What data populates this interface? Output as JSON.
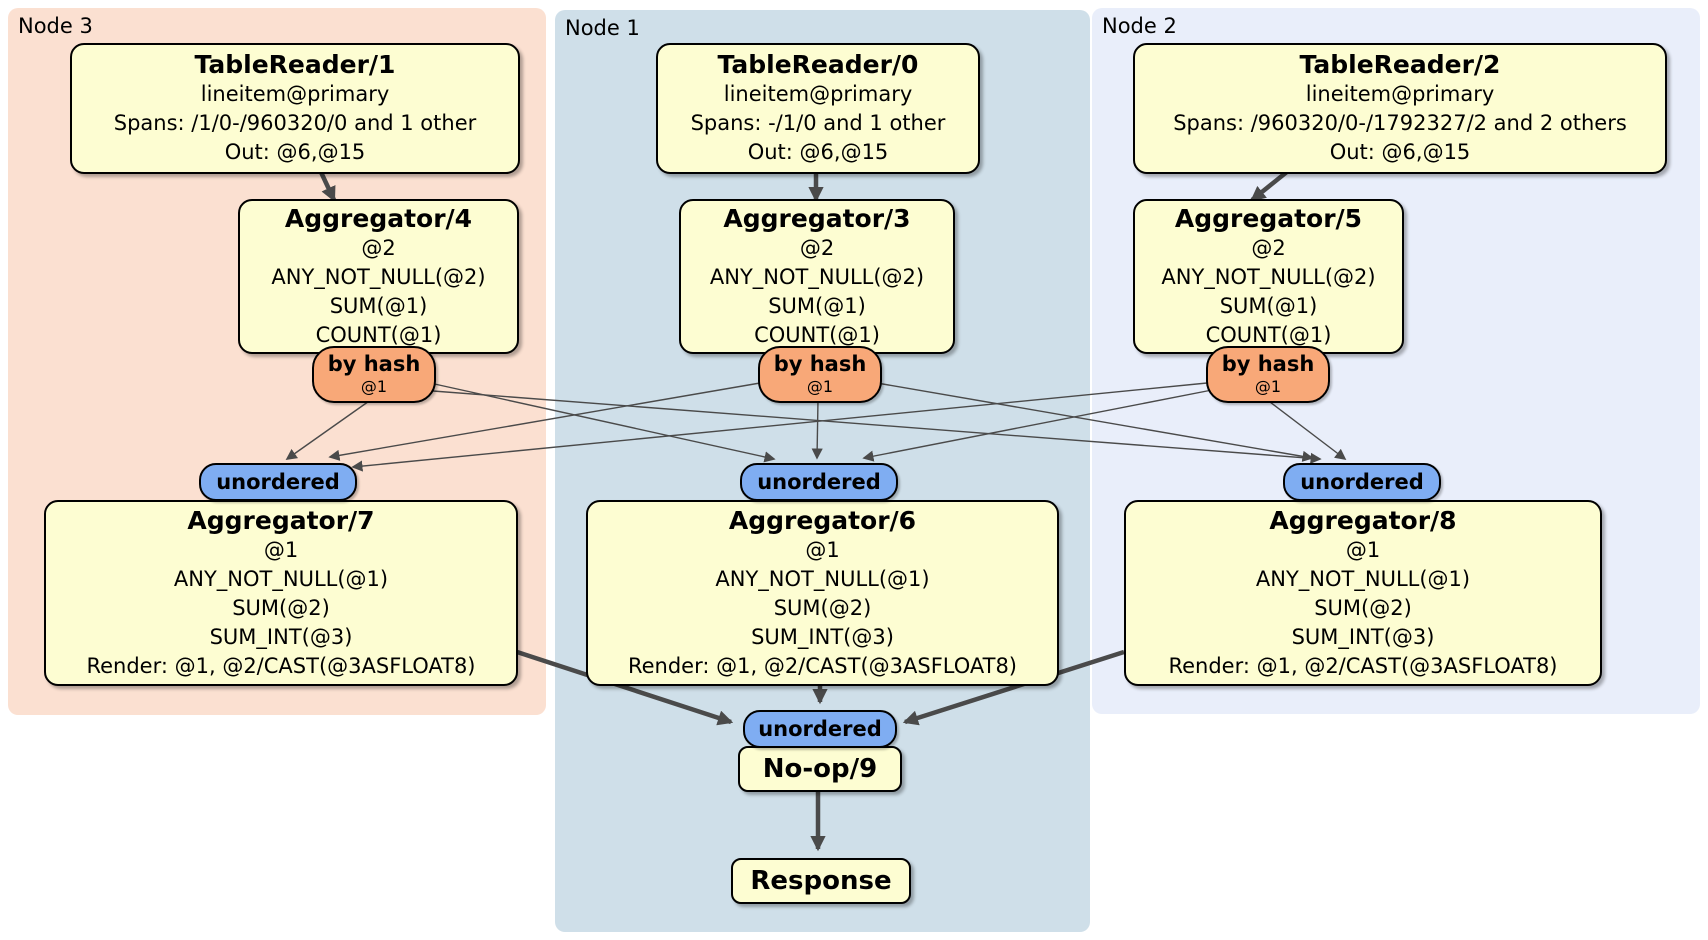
{
  "panels": {
    "node3": {
      "label": "Node 3"
    },
    "node1": {
      "label": "Node 1"
    },
    "node2": {
      "label": "Node 2"
    }
  },
  "boxes": {
    "tr1": {
      "title": "TableReader/1",
      "lines": [
        "lineitem@primary",
        "Spans: /1/0-/960320/0 and 1 other",
        "Out: @6,@15"
      ]
    },
    "tr0": {
      "title": "TableReader/0",
      "lines": [
        "lineitem@primary",
        "Spans: -/1/0 and 1 other",
        "Out: @6,@15"
      ]
    },
    "tr2": {
      "title": "TableReader/2",
      "lines": [
        "lineitem@primary",
        "Spans: /960320/0-/1792327/2 and 2 others",
        "Out: @6,@15"
      ]
    },
    "agg4": {
      "title": "Aggregator/4",
      "lines": [
        "@2",
        "ANY_NOT_NULL(@2)",
        "SUM(@1)",
        "COUNT(@1)"
      ]
    },
    "agg3": {
      "title": "Aggregator/3",
      "lines": [
        "@2",
        "ANY_NOT_NULL(@2)",
        "SUM(@1)",
        "COUNT(@1)"
      ]
    },
    "agg5": {
      "title": "Aggregator/5",
      "lines": [
        "@2",
        "ANY_NOT_NULL(@2)",
        "SUM(@1)",
        "COUNT(@1)"
      ]
    },
    "agg7": {
      "title": "Aggregator/7",
      "lines": [
        "@1",
        "ANY_NOT_NULL(@1)",
        "SUM(@2)",
        "SUM_INT(@3)",
        "Render: @1, @2/CAST(@3ASFLOAT8)"
      ]
    },
    "agg6": {
      "title": "Aggregator/6",
      "lines": [
        "@1",
        "ANY_NOT_NULL(@1)",
        "SUM(@2)",
        "SUM_INT(@3)",
        "Render: @1, @2/CAST(@3ASFLOAT8)"
      ]
    },
    "agg8": {
      "title": "Aggregator/8",
      "lines": [
        "@1",
        "ANY_NOT_NULL(@1)",
        "SUM(@2)",
        "SUM_INT(@3)",
        "Render: @1, @2/CAST(@3ASFLOAT8)"
      ]
    },
    "noop": {
      "title": "No-op/9"
    },
    "response": {
      "title": "Response"
    }
  },
  "routers": {
    "hash1": {
      "label": "by hash",
      "detail": "@1"
    },
    "hash2": {
      "label": "by hash",
      "detail": "@1"
    },
    "hash3": {
      "label": "by hash",
      "detail": "@1"
    }
  },
  "syncs": {
    "s1": {
      "label": "unordered"
    },
    "s2": {
      "label": "unordered"
    },
    "s3": {
      "label": "unordered"
    },
    "final": {
      "label": "unordered"
    }
  },
  "colors": {
    "node3_bg": "#fbe0d1",
    "node1_bg": "#cfdfe9",
    "node2_bg": "#e9eefa",
    "box_bg": "#fdfdd2",
    "router_bg": "#f8a878",
    "sync_bg": "#7fadf2",
    "edge": "#4a4a4a",
    "border": "#000000"
  }
}
